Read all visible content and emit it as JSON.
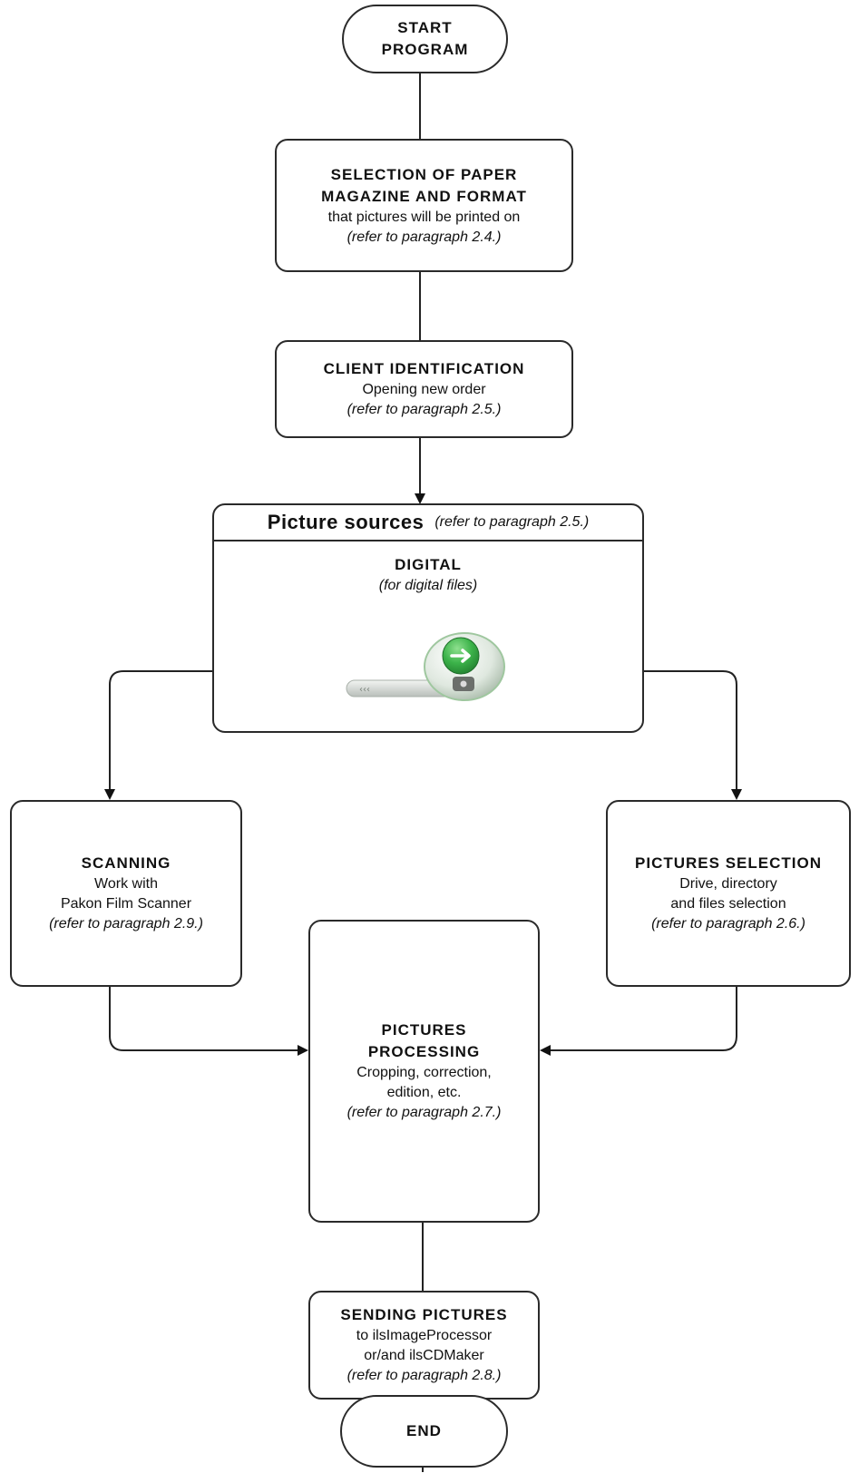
{
  "start": {
    "line1": "START",
    "line2": "PROGRAM"
  },
  "paper": {
    "line1": "SELECTION OF PAPER",
    "line2": "MAGAZINE AND FORMAT",
    "desc": "that pictures will be printed on",
    "ref": "(refer to paragraph 2.4.)"
  },
  "client": {
    "title": "CLIENT IDENTIFICATION",
    "desc": "Opening new order",
    "ref": "(refer to paragraph 2.5.)"
  },
  "sources": {
    "title": "Picture sources",
    "ref": "(refer to paragraph 2.5.)",
    "digital_title": "DIGITAL",
    "digital_desc": "(for digital files)",
    "icon_caption": "‹‹‹",
    "icon_color": "#3cb34a"
  },
  "scanning": {
    "title": "SCANNING",
    "desc1": "Work with",
    "desc2": "Pakon Film Scanner",
    "ref": "(refer to paragraph 2.9.)"
  },
  "selection": {
    "title": "PICTURES SELECTION",
    "desc1": "Drive, directory",
    "desc2": "and files selection",
    "ref": "(refer to paragraph 2.6.)"
  },
  "processing": {
    "line1": "PICTURES",
    "line2": "PROCESSING",
    "desc1": "Cropping, correction,",
    "desc2": "edition, etc.",
    "ref": "(refer to paragraph 2.7.)"
  },
  "sending": {
    "title": "SENDING PICTURES",
    "desc1": "to ilsImageProcessor",
    "desc2": "or/and ilsCDMaker",
    "ref": "(refer to paragraph 2.8.)"
  },
  "end": {
    "label": "END"
  }
}
